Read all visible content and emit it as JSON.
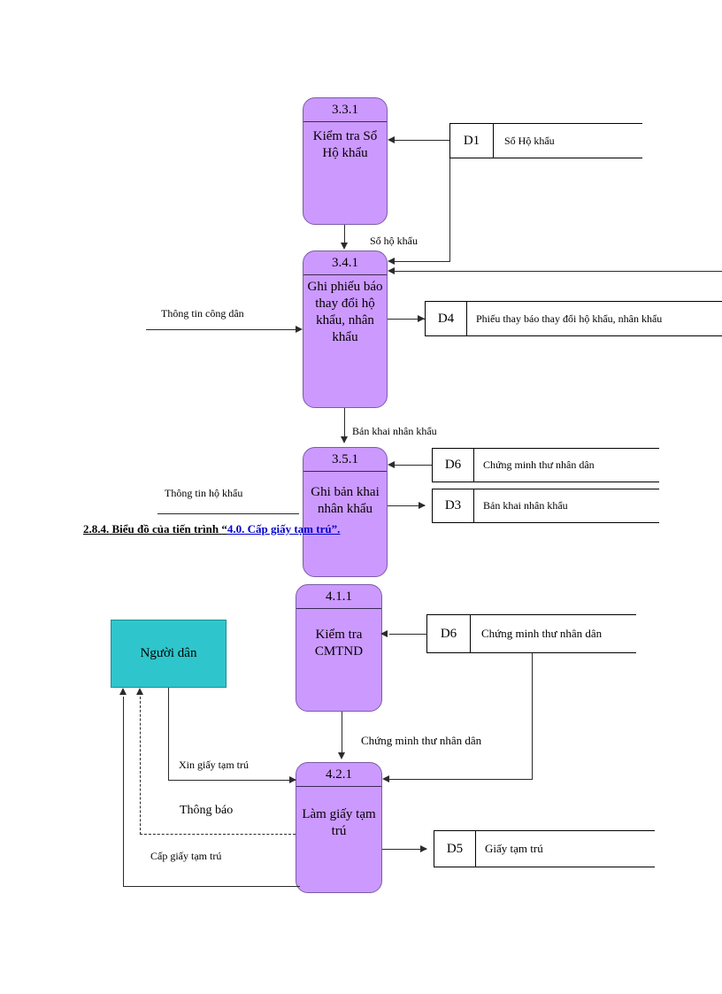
{
  "document": {
    "heading": {
      "number": "2.8.4.",
      "text": "Biểu đồ của tiến trình",
      "quote_open": "“",
      "link": "4.0. Cấp giấy tạm trú",
      "quote_close": "”."
    }
  },
  "diagram": {
    "type": "data-flow-diagram",
    "colors": {
      "process_fill": "#cc99ff",
      "process_border": "#7a5ca8",
      "entity_fill": "#2ec6cc",
      "entity_border": "#1a8d93",
      "line": "#2b2b2b",
      "link_text": "#0000cc"
    },
    "processes": [
      {
        "id": "3.3.1",
        "name": "Kiểm tra Sổ Hộ khẩu"
      },
      {
        "id": "3.4.1",
        "name": "Ghi phiếu báo thay đổi hộ khẩu, nhân khẩu"
      },
      {
        "id": "3.5.1",
        "name": "Ghi bản khai nhân khẩu"
      },
      {
        "id": "4.1.1",
        "name": "Kiểm tra CMTND"
      },
      {
        "id": "4.2.1",
        "name": "Làm giấy tạm trú"
      }
    ],
    "entities": [
      {
        "name": "Người dân"
      }
    ],
    "stores": [
      {
        "code": "D1",
        "label": "Sổ Hộ khẩu"
      },
      {
        "code": "D4",
        "label": "Phiếu thay báo thay đổi hộ khẩu, nhân khẩu"
      },
      {
        "code": "D6",
        "label": "Chứng minh thư nhân dân"
      },
      {
        "code": "D3",
        "label": "Bản khai nhân khẩu"
      },
      {
        "code": "D6b",
        "label": "Chứng minh thư nhân dân"
      },
      {
        "code": "D5",
        "label": "Giấy tạm trú"
      }
    ],
    "store_codes": {
      "d1": "D1",
      "d4": "D4",
      "d6": "D6",
      "d3": "D3",
      "d6b": "D6",
      "d5": "D5"
    },
    "flows": [
      {
        "label": "Sổ hộ khẩu"
      },
      {
        "label": "Thông tin công dân"
      },
      {
        "label": "Bản khai nhân khẩu"
      },
      {
        "label": "Thông tin hộ khẩu"
      },
      {
        "label": "Chứng minh thư nhân dân"
      },
      {
        "label": "Xin giấy tạm trú"
      },
      {
        "label": "Thông báo"
      },
      {
        "label": "Cấp giấy tạm trú"
      }
    ],
    "flow_labels": {
      "so_ho_khau": "Sổ hộ khẩu",
      "thong_tin_cong_dan": "Thông tin công dân",
      "ban_khai_nhan_khau": "Bản khai nhân khẩu",
      "thong_tin_ho_khau": "Thông tin hộ khẩu",
      "chung_minh_thu": "Chứng minh thư nhân dân",
      "xin_giay_tam_tru": "Xin giấy tạm trú",
      "thong_bao": "Thông báo",
      "cap_giay_tam_tru": "Cấp giấy tạm trú"
    },
    "process_ids": {
      "p331": "3.3.1",
      "p341": "3.4.1",
      "p351": "3.5.1",
      "p411": "4.1.1",
      "p421": "4.2.1"
    },
    "process_names": {
      "p331": "Kiểm tra Sổ Hộ khẩu",
      "p341": "Ghi phiếu báo thay đổi hộ khẩu, nhân khẩu",
      "p351": "Ghi bản khai nhân khẩu",
      "p411": "Kiểm tra CMTND",
      "p421": "Làm giấy tạm trú"
    },
    "store_labels": {
      "d1": "Sổ Hộ khẩu",
      "d4": "Phiếu thay báo thay đổi hộ khẩu, nhân khẩu",
      "d6": "Chứng minh thư nhân dân",
      "d3": "Bản khai nhân khẩu",
      "d6b": "Chứng minh thư nhân dân",
      "d5": "Giấy tạm trú"
    },
    "entity_labels": {
      "nguoi_dan": "Người dân"
    }
  }
}
